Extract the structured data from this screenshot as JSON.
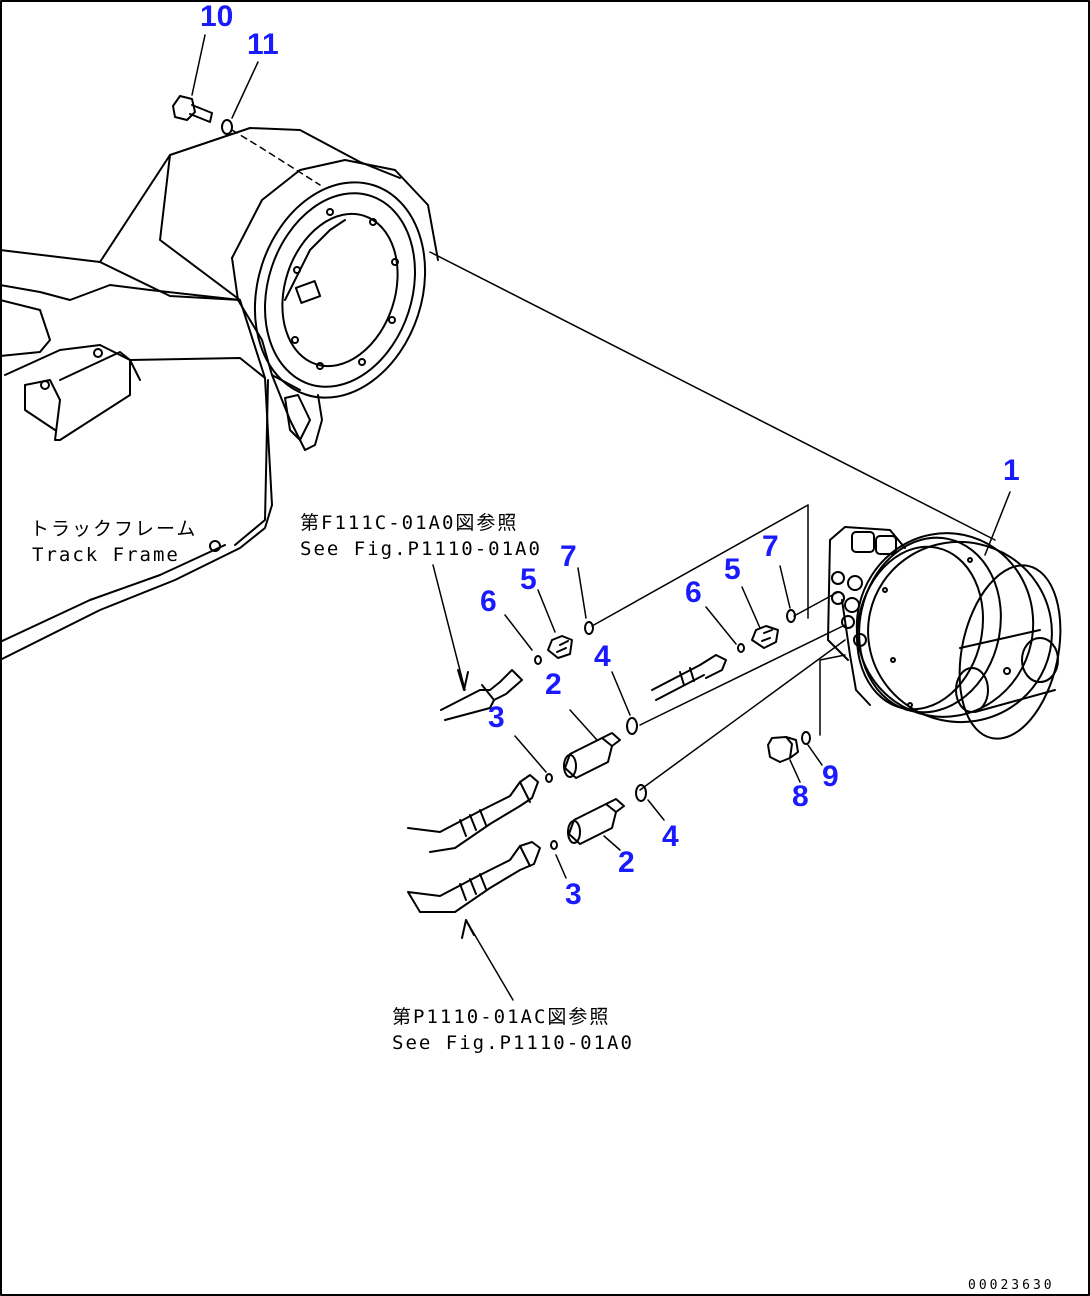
{
  "colors": {
    "callout": "#1a1aff",
    "line": "#000000",
    "background": "#ffffff"
  },
  "callouts": {
    "c1": "1",
    "c2a": "2",
    "c2b": "2",
    "c3a": "3",
    "c3b": "3",
    "c4a": "4",
    "c4b": "4",
    "c5a": "5",
    "c5b": "5",
    "c6a": "6",
    "c6b": "6",
    "c7a": "7",
    "c7b": "7",
    "c8": "8",
    "c9": "9",
    "c10": "10",
    "c11": "11"
  },
  "labels": {
    "track_frame_jp": "トラックフレーム",
    "track_frame_en": "Track Frame",
    "ref_top_jp": "第F111C-01A0図参照",
    "ref_top_en": "See Fig.P1110-01A0",
    "ref_bottom_jp": "第P1110-01AC図参照",
    "ref_bottom_en": "See Fig.P1110-01A0"
  },
  "drawing_code": "00023630"
}
